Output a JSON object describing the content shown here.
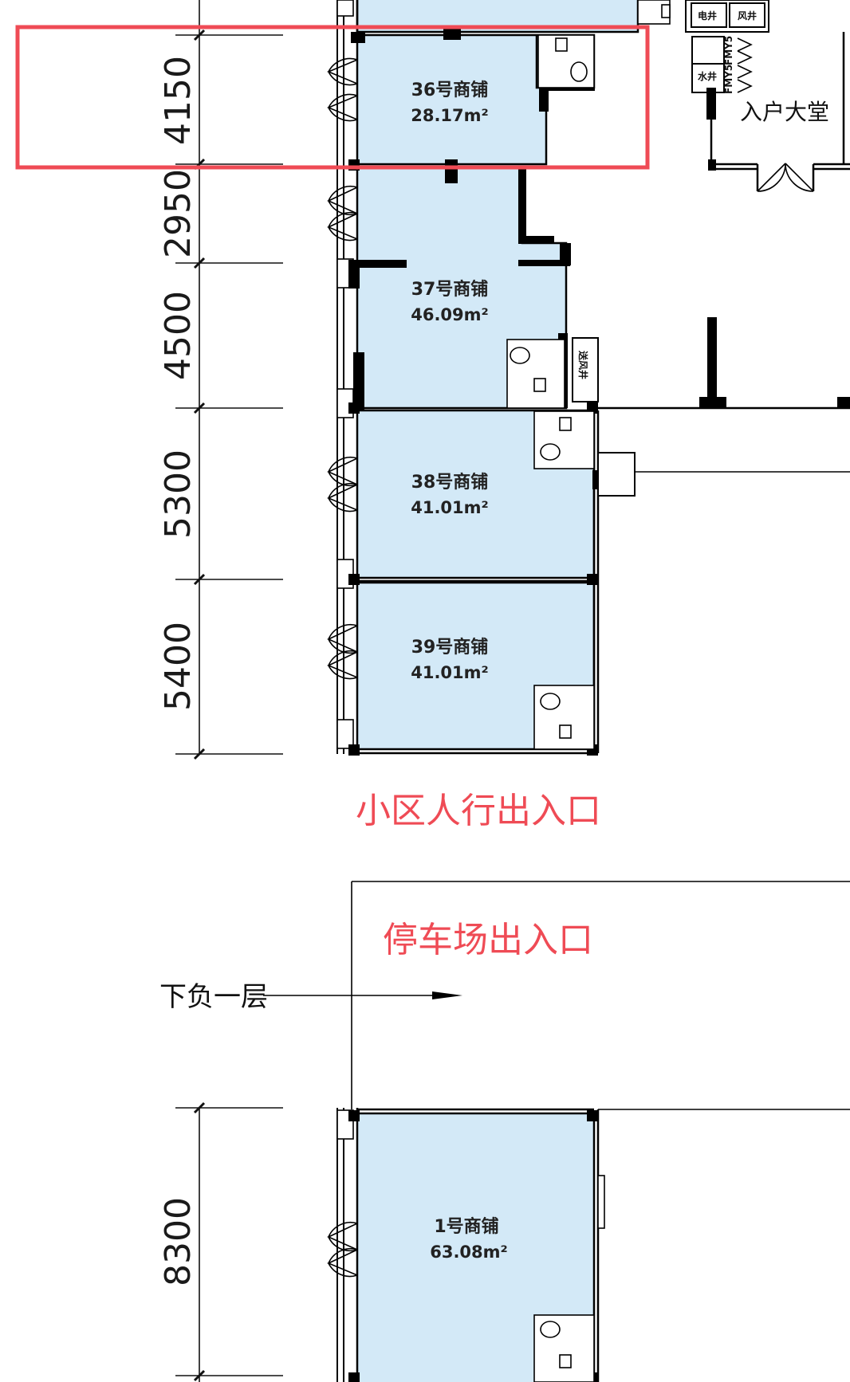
{
  "dimensions": [
    "4150",
    "2950",
    "4500",
    "5300",
    "5400",
    "8300"
  ],
  "shops": [
    {
      "name": "36号商铺",
      "area": "28.17m²"
    },
    {
      "name": "37号商铺",
      "area": "46.09m²"
    },
    {
      "name": "38号商铺",
      "area": "41.01m²"
    },
    {
      "name": "39号商铺",
      "area": "41.01m²"
    },
    {
      "name": "1号商铺",
      "area": "63.08m²"
    }
  ],
  "labels": {
    "pedestrian_entrance": "小区人行出入口",
    "parking_entrance": "停车场出入口",
    "basement_down": "下负一层",
    "lobby": "入户大堂",
    "elec_shaft": "电井",
    "air_shaft": "风井",
    "water_shaft": "水井",
    "fire_door_a": "FMY5",
    "fire_door_b": "FMY5",
    "exhaust_shaft": "送风井"
  },
  "colors": {
    "shop_fill": "#d3e9f7",
    "highlight": "#ef4b55",
    "wall": "#000000"
  }
}
